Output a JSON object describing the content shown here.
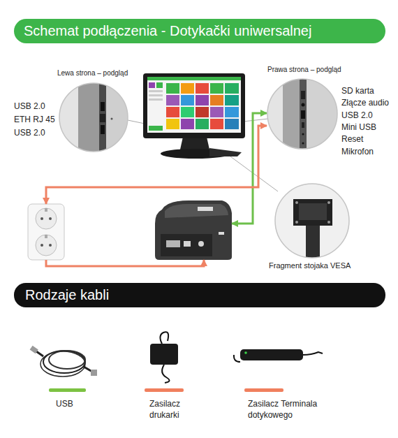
{
  "diagram": {
    "title": "Schemat podłączenia - Dotykački uniwersalnej",
    "nodes": [
      {
        "text": [
          "Lewa strona – podgląd"
        ]
      },
      {
        "text": [
          "Prawa strona – podgląd"
        ]
      },
      {
        "text": []
      },
      {
        "text": []
      },
      {
        "text": [
          "Fragment stojaka VESA"
        ]
      },
      {
        "text": [
          "Rodzaje kabli"
        ]
      }
    ],
    "edges": [
      {
        "from": 3,
        "to": 1,
        "arrow": "both"
      },
      {
        "from": 2,
        "to": 1,
        "arrow": "both"
      },
      {
        "from": 2,
        "to": 3,
        "arrow": "to"
      }
    ],
    "labels": [
      "USB 2.0",
      "ETH RJ 45",
      "USB 2.0",
      "SD karta",
      "Złącze audio",
      "USB 2.0",
      "Mini USB",
      "Reset",
      "Mikrofon"
    ],
    "legend": [
      {
        "text": "USB",
        "color": "#7cc242"
      },
      {
        "text": "Zasilacz drukarki",
        "color": "#f07f5e"
      },
      {
        "text": "Zasilacz Terminala dotykowego",
        "color": "#f07f5e"
      }
    ]
  }
}
